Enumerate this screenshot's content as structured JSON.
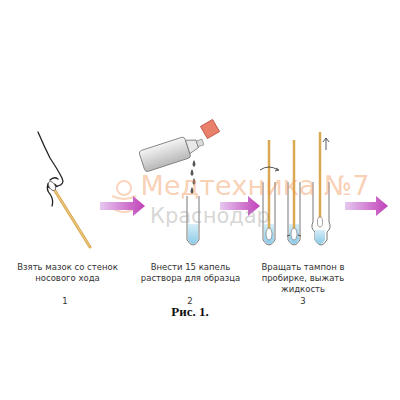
{
  "diagram": {
    "caption": "Рис. 1.",
    "labels": [
      "Медтехника №7",
      "Краснодар",
      "Взять мазок со стенок носового хода",
      "1",
      "Внести 15 капель раствора для образца",
      "2",
      "Вращать тампон в пробирке, выжать жидкость",
      "3"
    ]
  }
}
